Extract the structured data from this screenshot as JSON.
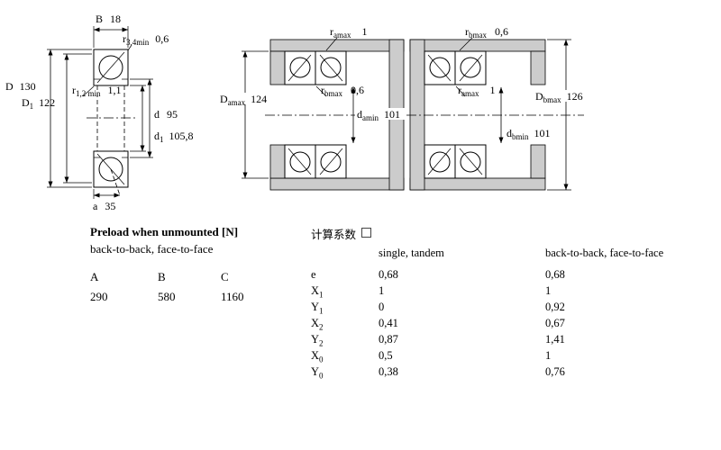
{
  "figure": {
    "left": {
      "B": {
        "base": "B",
        "value": "18"
      },
      "r34": {
        "base": "r",
        "sub": "3,4min",
        "value": "0,6"
      },
      "D": {
        "base": "D",
        "value": "130"
      },
      "D1": {
        "base": "D",
        "sub": "1",
        "value": "122"
      },
      "r12": {
        "base": "r",
        "sub": "1,2 min",
        "value": "1,1"
      },
      "d": {
        "base": "d",
        "value": "95"
      },
      "d1": {
        "base": "d",
        "sub": "1",
        "value": "105,8"
      },
      "a": {
        "base": "a",
        "value": "35"
      }
    },
    "middle": {
      "ramax": {
        "base": "r",
        "sub": "amax",
        "value": "1"
      },
      "Damax": {
        "base": "D",
        "sub": "amax",
        "value": "124"
      },
      "rbmax": {
        "base": "r",
        "sub": "bmax",
        "value": "0,6"
      },
      "damin": {
        "base": "d",
        "sub": "amin",
        "value": "101"
      }
    },
    "right": {
      "rbmax": {
        "base": "r",
        "sub": "bmax",
        "value": "0,6"
      },
      "ramax": {
        "base": "r",
        "sub": "amax",
        "value": "1"
      },
      "Dbmax": {
        "base": "D",
        "sub": "bmax",
        "value": "126"
      },
      "dbmin": {
        "base": "d",
        "sub": "bmin",
        "value": "101"
      }
    }
  },
  "preload": {
    "title": "Preload when unmounted [N]",
    "subtitle": "back-to-back, face-to-face",
    "columns": {
      "a": "A",
      "b": "B",
      "c": "C"
    },
    "values": {
      "a": "290",
      "b": "580",
      "c": "1160"
    }
  },
  "factors": {
    "title": "计算系数",
    "header_single": "single, tandem",
    "header_paired": "back-to-back, face-to-face",
    "rows": [
      {
        "base": "e",
        "sub": "",
        "single": "0,68",
        "paired": "0,68"
      },
      {
        "base": "X",
        "sub": "1",
        "single": "1",
        "paired": "1"
      },
      {
        "base": "Y",
        "sub": "1",
        "single": "0",
        "paired": "0,92"
      },
      {
        "base": "X",
        "sub": "2",
        "single": "0,41",
        "paired": "0,67"
      },
      {
        "base": "Y",
        "sub": "2",
        "single": "0,87",
        "paired": "1,41"
      },
      {
        "base": "X",
        "sub": "0",
        "single": "0,5",
        "paired": "1"
      },
      {
        "base": "Y",
        "sub": "0",
        "single": "0,38",
        "paired": "0,76"
      }
    ]
  },
  "colors": {
    "shading": "#cccccc",
    "line": "#000000"
  }
}
